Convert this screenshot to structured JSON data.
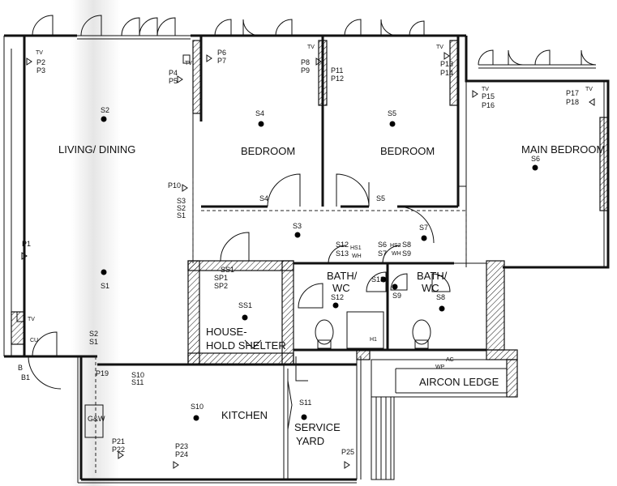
{
  "rooms": {
    "living_dining": "LIVING/ DINING",
    "bedroom_1": "BEDROOM",
    "bedroom_2": "BEDROOM",
    "main_bedroom": "MAIN BEDROOM",
    "shelter_line1": "HOUSE-",
    "shelter_line2": "HOLD SHELTER",
    "bath1_line1": "BATH/",
    "bath1_line2": "WC",
    "bath2_line1": "BATH/",
    "bath2_line2": "WC",
    "kitchen": "KITCHEN",
    "service_line1": "SERVICE",
    "service_line2": "YARD",
    "aircon_ledge": "AIRCON LEDGE",
    "gw": "G&W"
  },
  "switches": {
    "s1_living": "S1",
    "s2_living": "S2",
    "s2_entry": "S2",
    "s1_entry": "S1",
    "s4_room": "S4",
    "s4_door": "S4",
    "s5_room": "S5",
    "s5_door": "S5",
    "s3_corr": "S3",
    "s3_panel": "S3",
    "s2_panel": "S2",
    "s1_panel": "S1",
    "s6_room": "S6",
    "s7": "S7",
    "s12_panel": "S12",
    "s13_panel": "S13",
    "s6_panel": "S6",
    "s7_panel": "S7",
    "s8_panel": "S8",
    "s9_panel": "S9",
    "s13_bath": "S13",
    "s12_bath": "S12",
    "s9_bath": "S9",
    "s8_bath": "S8",
    "ss1_sp": "SS1",
    "ss1_room": "SS1",
    "s10_room": "S10",
    "s10_panel": "S10",
    "s11_panel": "S11",
    "s11_room": "S11"
  },
  "points": {
    "p1": "P1",
    "p2": "P2",
    "p3": "P3",
    "p4": "P4",
    "p5": "P5",
    "p6": "P6",
    "p7": "P7",
    "p8": "P8",
    "p9": "P9",
    "p10": "P10",
    "p11": "P11",
    "p12": "P12",
    "p13": "P13",
    "p14": "P14",
    "p15": "P15",
    "p16": "P16",
    "p17": "P17",
    "p18": "P18",
    "p19": "P19",
    "p21": "P21",
    "p22": "P22",
    "p23": "P23",
    "p24": "P24",
    "p25": "P25",
    "sp1": "SP1",
    "sp2": "SP2"
  },
  "misc": {
    "tv": "TV",
    "tv2": "TV",
    "tv3": "TV",
    "tv4": "TV",
    "tv5": "TV",
    "tv6": "TV",
    "tv7": "TV",
    "hs1": "HS1",
    "hs2": "HS2",
    "wh1": "WH",
    "wh2": "WH",
    "h1": "H1",
    "ac": "AC",
    "wp": "WP",
    "b": "B",
    "b1": "B1",
    "cu": "CU"
  }
}
